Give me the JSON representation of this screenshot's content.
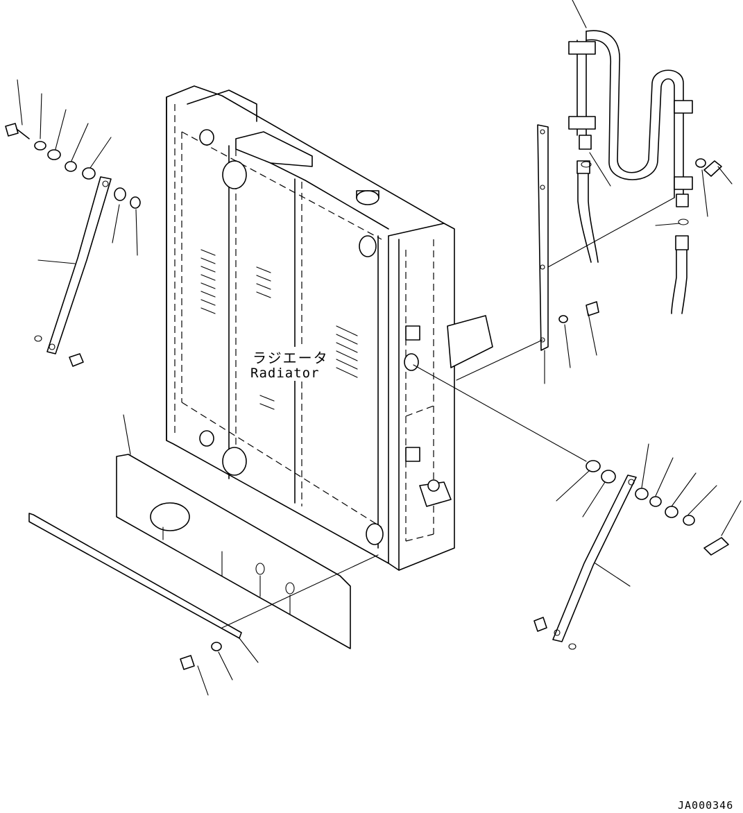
{
  "labels": {
    "part_name_jp": "ラジエータ",
    "part_name_en": "Radiator"
  },
  "drawing_code": "JA000346",
  "icons": [
    "radiator-core",
    "hose",
    "pipe",
    "bolt",
    "washer",
    "bracket",
    "rod",
    "cover-plate",
    "seal-strip",
    "o-ring",
    "cap"
  ]
}
